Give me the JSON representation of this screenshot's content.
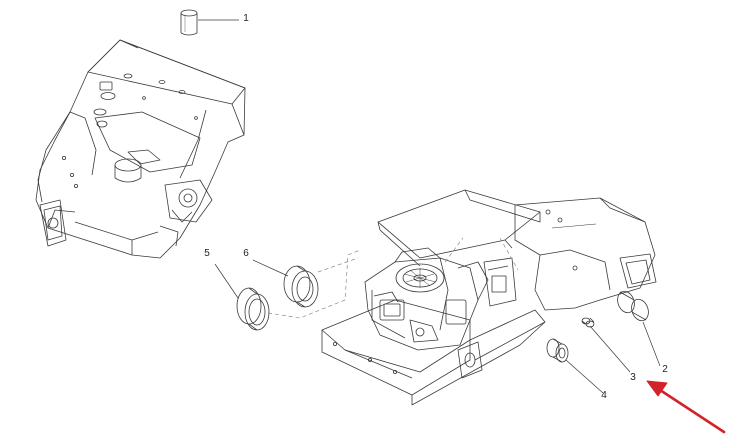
{
  "diagram": {
    "callouts": [
      {
        "id": "1",
        "label": "1"
      },
      {
        "id": "2",
        "label": "2"
      },
      {
        "id": "3",
        "label": "3"
      },
      {
        "id": "4",
        "label": "4"
      },
      {
        "id": "5",
        "label": "5"
      },
      {
        "id": "6",
        "label": "6"
      }
    ],
    "colors": {
      "line": "#3a3a3a",
      "light_line": "#8a8a8a",
      "arrow": "#d2232a"
    }
  }
}
